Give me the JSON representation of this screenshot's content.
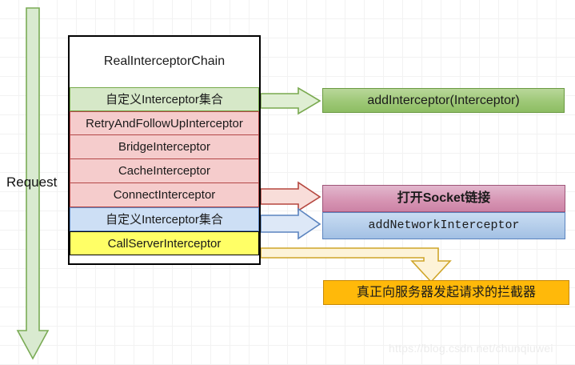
{
  "diagram": {
    "title": "RealInterceptorChain",
    "request_label": "Request",
    "watermark": "https://blog.csdn.net/chunqiuwei",
    "colors": {
      "custom_interceptor_green": "#d6e8c8",
      "okhttp_interceptor_red": "#f5cccc",
      "network_interceptor_blue": "#cddff5",
      "call_server_yellow": "#ffff66",
      "add_interceptor_box": "#9ec877",
      "open_socket_box": "#d694b3",
      "add_network_box": "#b4cdea",
      "real_request_box": "#ffb90a",
      "request_arrow": "#d9ead0"
    }
  },
  "chain": {
    "header": "RealInterceptorChain",
    "rows": [
      {
        "label": "自定义Interceptor集合",
        "kind": "custom-top"
      },
      {
        "label": "RetryAndFollowUpInterceptor",
        "kind": "builtin"
      },
      {
        "label": "BridgeInterceptor",
        "kind": "builtin"
      },
      {
        "label": "CacheInterceptor",
        "kind": "builtin"
      },
      {
        "label": "ConnectInterceptor",
        "kind": "builtin"
      },
      {
        "label": "自定义Interceptor集合",
        "kind": "network"
      },
      {
        "label": "CallServerInterceptor",
        "kind": "call-server"
      }
    ]
  },
  "callouts": {
    "add_interceptor": "addInterceptor(Interceptor)",
    "open_socket": "打开Socket链接",
    "add_network_interceptor": "addNetworkInterceptor",
    "real_request": "真正向服务器发起请求的拦截器"
  }
}
